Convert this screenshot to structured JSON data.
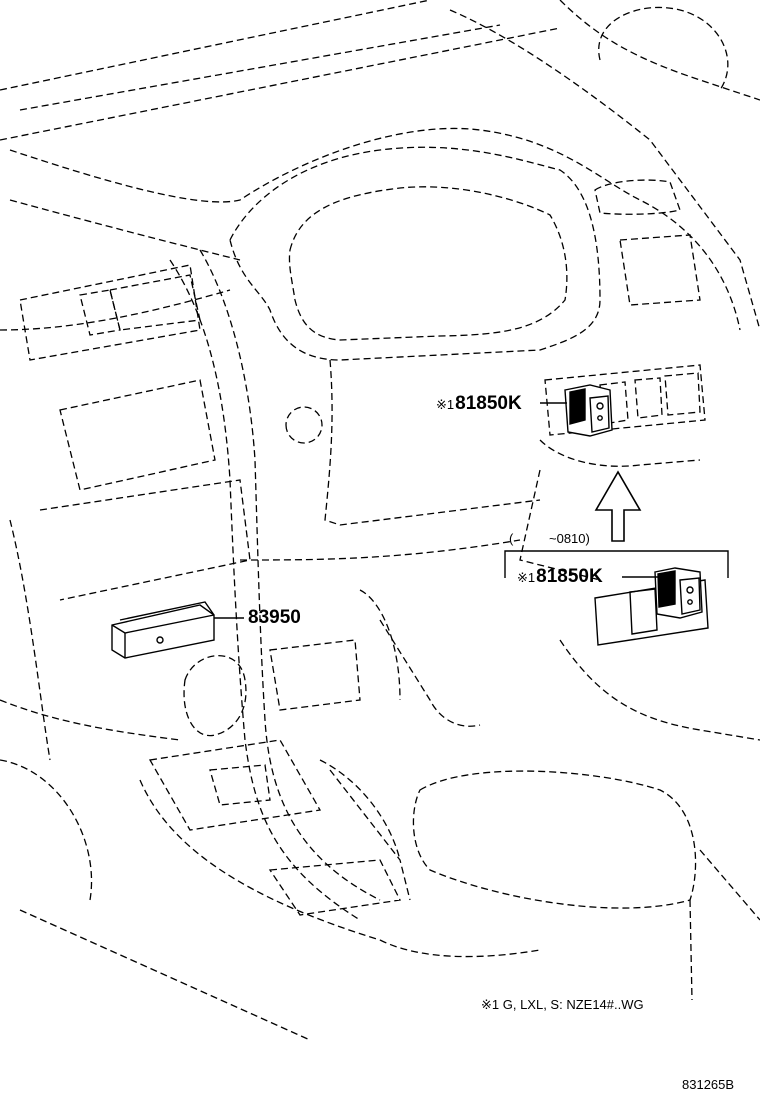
{
  "diagram": {
    "parts": [
      {
        "mark": "※1",
        "number": "81850K"
      },
      {
        "number": "83950"
      },
      {
        "mark": "※1",
        "number": "81850K"
      }
    ],
    "date_range": {
      "open": "(",
      "text": "~0810)"
    },
    "footnote": "※1 G, LXL, S: NZE14#..WG",
    "drawing_id": "831265B",
    "icon": "arrow-up-icon",
    "line_color": "#000000"
  }
}
